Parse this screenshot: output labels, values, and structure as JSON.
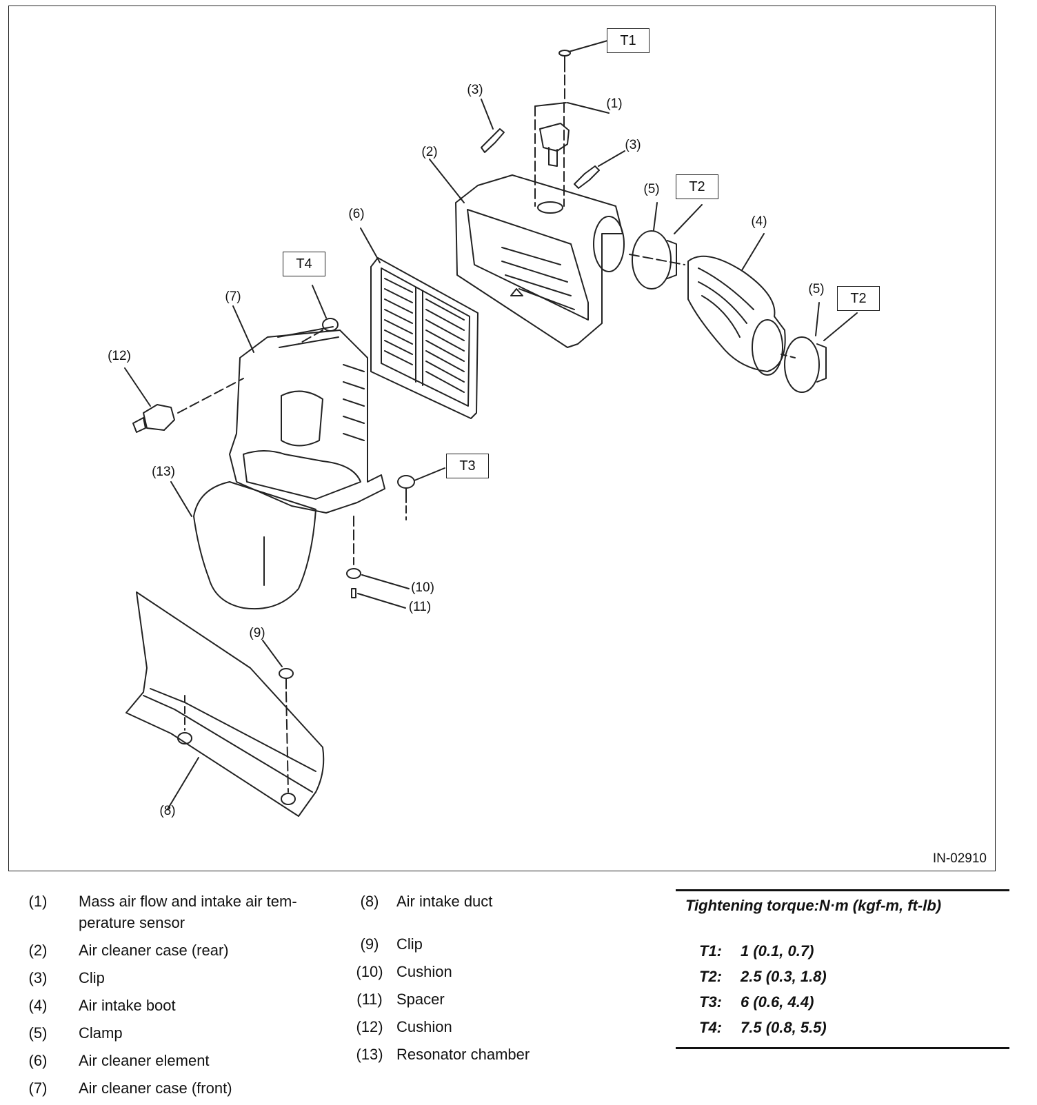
{
  "figure": {
    "id": "IN-02910"
  },
  "callouts": [
    {
      "id": "c1",
      "text": "(1)"
    },
    {
      "id": "c2",
      "text": "(2)"
    },
    {
      "id": "c3a",
      "text": "(3)"
    },
    {
      "id": "c3b",
      "text": "(3)"
    },
    {
      "id": "c4",
      "text": "(4)"
    },
    {
      "id": "c5a",
      "text": "(5)"
    },
    {
      "id": "c5b",
      "text": "(5)"
    },
    {
      "id": "c6",
      "text": "(6)"
    },
    {
      "id": "c7",
      "text": "(7)"
    },
    {
      "id": "c8",
      "text": "(8)"
    },
    {
      "id": "c9",
      "text": "(9)"
    },
    {
      "id": "c10",
      "text": "(10)"
    },
    {
      "id": "c11",
      "text": "(11)"
    },
    {
      "id": "c12",
      "text": "(12)"
    },
    {
      "id": "c13",
      "text": "(13)"
    }
  ],
  "torque_boxes": [
    {
      "id": "t1",
      "text": "T1"
    },
    {
      "id": "t2a",
      "text": "T2"
    },
    {
      "id": "t2b",
      "text": "T2"
    },
    {
      "id": "t3",
      "text": "T3"
    },
    {
      "id": "t4",
      "text": "T4"
    }
  ],
  "legend": {
    "col1": [
      {
        "num": "(1)",
        "text": "Mass air flow and intake air tem-perature sensor"
      },
      {
        "num": "(2)",
        "text": "Air cleaner case (rear)"
      },
      {
        "num": "(3)",
        "text": "Clip"
      },
      {
        "num": "(4)",
        "text": "Air intake boot"
      },
      {
        "num": "(5)",
        "text": "Clamp"
      },
      {
        "num": "(6)",
        "text": "Air cleaner element"
      },
      {
        "num": "(7)",
        "text": "Air cleaner case (front)"
      }
    ],
    "col2": [
      {
        "num": "(8)",
        "text": "Air intake duct"
      },
      {
        "num": "(9)",
        "text": "Clip"
      },
      {
        "num": "(10)",
        "text": "Cushion"
      },
      {
        "num": "(11)",
        "text": "Spacer"
      },
      {
        "num": "(12)",
        "text": "Cushion"
      },
      {
        "num": "(13)",
        "text": "Resonator chamber"
      }
    ]
  },
  "torque": {
    "title": "Tightening torque:N·m (kgf-m, ft-lb)",
    "rows": [
      {
        "key": "T1:",
        "value": "1 (0.1, 0.7)"
      },
      {
        "key": "T2:",
        "value": "2.5 (0.3, 1.8)"
      },
      {
        "key": "T3:",
        "value": "6 (0.6, 4.4)"
      },
      {
        "key": "T4:",
        "value": "7.5 (0.8, 5.5)"
      }
    ]
  }
}
